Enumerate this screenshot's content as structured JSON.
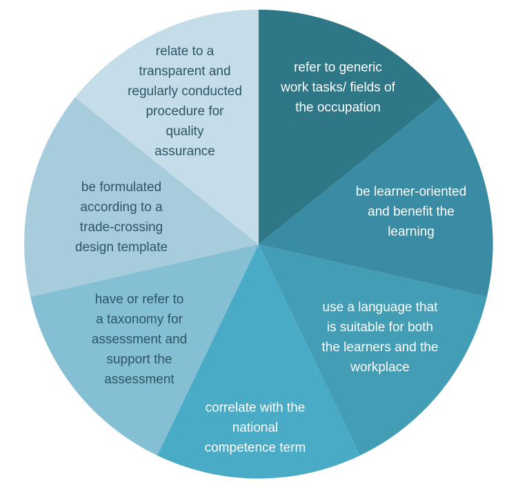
{
  "diagram": {
    "segments": [
      {
        "lines": [
          "refer to generic",
          "work tasks/ fields of",
          "the occupation"
        ],
        "color": "#2e7787",
        "text_color": "#ffffff"
      },
      {
        "lines": [
          "be learner-oriented",
          "and benefit the",
          "learning"
        ],
        "color": "#3a8ca4",
        "text_color": "#ffffff"
      },
      {
        "lines": [
          "use a language that",
          "is suitable for both",
          "the learners and the",
          "workplace"
        ],
        "color": "#439db5",
        "text_color": "#ffffff"
      },
      {
        "lines": [
          "correlate with the",
          "national",
          "competence term"
        ],
        "color": "#4aabc6",
        "text_color": "#ffffff"
      },
      {
        "lines": [
          "have or refer to",
          "a taxonomy for",
          "assessment and",
          "support the",
          "assessment"
        ],
        "color": "#84bfd4",
        "text_color": "#2c5563"
      },
      {
        "lines": [
          "be formulated",
          "according to a",
          "trade-crossing",
          "design template"
        ],
        "color": "#a7cddd",
        "text_color": "#2c5563"
      },
      {
        "lines": [
          "relate to a",
          "transparent and",
          "regularly conducted",
          "procedure for",
          "quality",
          "assurance"
        ],
        "color": "#c5dde9",
        "text_color": "#2c5563"
      }
    ]
  }
}
